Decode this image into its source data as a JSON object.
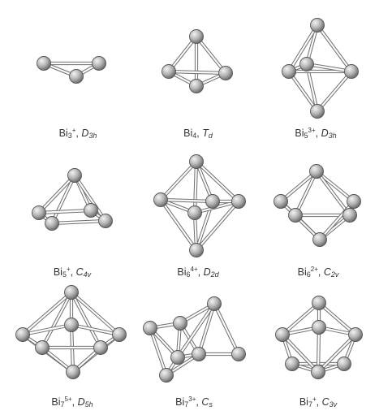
{
  "figure": {
    "clusters": [
      {
        "id": "bi3",
        "element": "Bi",
        "count": "3",
        "charge": "+",
        "point_group": "D",
        "pg_sub": "3h"
      },
      {
        "id": "bi4",
        "element": "Bi",
        "count": "4",
        "charge": "",
        "point_group": "T",
        "pg_sub": "d"
      },
      {
        "id": "bi5-3",
        "element": "Bi",
        "count": "5",
        "charge": "3+",
        "point_group": "D",
        "pg_sub": "3h"
      },
      {
        "id": "bi5-1",
        "element": "Bi",
        "count": "5",
        "charge": "+",
        "point_group": "C",
        "pg_sub": "4v"
      },
      {
        "id": "bi6-4",
        "element": "Bi",
        "count": "6",
        "charge": "4+",
        "point_group": "D",
        "pg_sub": "2d"
      },
      {
        "id": "bi6-2",
        "element": "Bi",
        "count": "6",
        "charge": "2+",
        "point_group": "C",
        "pg_sub": "2v"
      },
      {
        "id": "bi7-5",
        "element": "Bi",
        "count": "7",
        "charge": "5+",
        "point_group": "D",
        "pg_sub": "5h"
      },
      {
        "id": "bi7-3",
        "element": "Bi",
        "count": "7",
        "charge": "3+",
        "point_group": "C",
        "pg_sub": "s"
      },
      {
        "id": "bi7-1",
        "element": "Bi",
        "count": "7",
        "charge": "+",
        "point_group": "C",
        "pg_sub": "3v"
      }
    ],
    "colors": {
      "atom_light": "#f2f2f2",
      "atom_mid": "#b4b4b4",
      "atom_dark": "#6a6a6a",
      "bond": "#6f6f6f"
    }
  }
}
